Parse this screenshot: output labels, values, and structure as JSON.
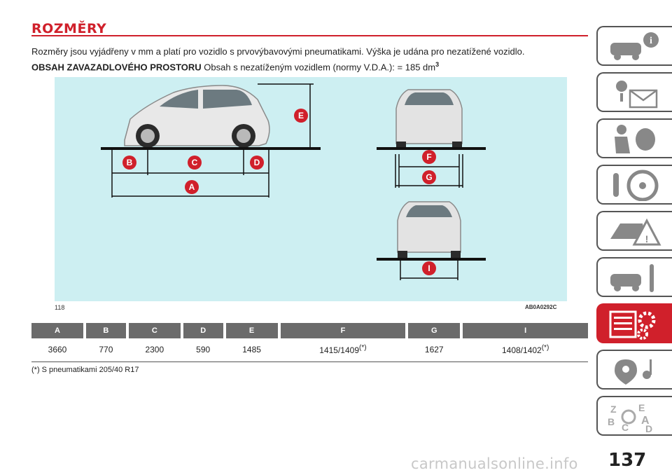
{
  "page": {
    "heading": "ROZMĚRY",
    "intro_line1": "Rozměry jsou vyjádřeny v mm a platí pro vozidlo s prvovýbavovými pneumatikami. Výška je udána pro nezatížené vozidlo.",
    "intro_bold": "OBSAH ZAVAZADLOVÉHO PROSTORU",
    "intro_rest": " Obsah s nezatíženým vozidlem (normy V.D.A.): = 185 dm",
    "intro_sup": "3",
    "page_number": "137",
    "watermark": "carmanualsonline.info"
  },
  "figure": {
    "code_left": "118",
    "code_right": "AB0A0292C",
    "labels": [
      "A",
      "B",
      "C",
      "D",
      "E",
      "F",
      "G",
      "I"
    ]
  },
  "table": {
    "headers": [
      "A",
      "B",
      "C",
      "D",
      "E",
      "F",
      "G",
      "I"
    ],
    "values": [
      "3660",
      "770",
      "2300",
      "590",
      "1485",
      "1415/1409",
      "1627",
      "1408/1402"
    ],
    "marks": [
      "",
      "",
      "",
      "",
      "",
      "(*)",
      "",
      "(*)"
    ]
  },
  "footnote": "(*) S pneumatikami 205/40 R17",
  "side_tabs": [
    {
      "icon": "car-info-icon",
      "active": false
    },
    {
      "icon": "dashboard-lights-icon",
      "active": false
    },
    {
      "icon": "airbag-seat-icon",
      "active": false
    },
    {
      "icon": "steering-wheel-icon",
      "active": false
    },
    {
      "icon": "warning-triangle-car-icon",
      "active": false
    },
    {
      "icon": "car-wrench-icon",
      "active": false
    },
    {
      "icon": "technical-data-gear-icon",
      "active": true
    },
    {
      "icon": "multimedia-navigation-icon",
      "active": false
    },
    {
      "icon": "alphabetical-index-icon",
      "active": false
    }
  ],
  "colors": {
    "accent": "#d0202b",
    "figure_bg": "#cdeff2",
    "header_gray": "#6b6b6b"
  }
}
